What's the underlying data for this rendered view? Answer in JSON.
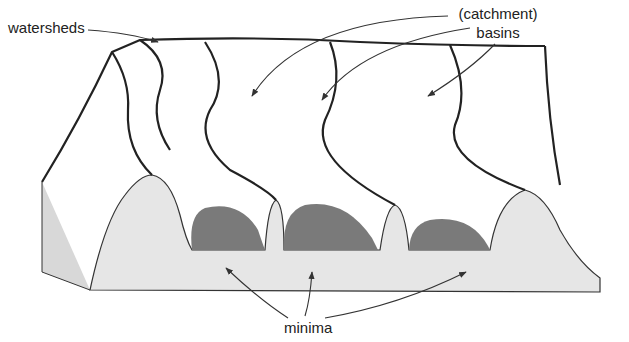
{
  "diagram": {
    "labels": [
      "watersheds",
      "(catchment) basins",
      "minima"
    ]
  }
}
